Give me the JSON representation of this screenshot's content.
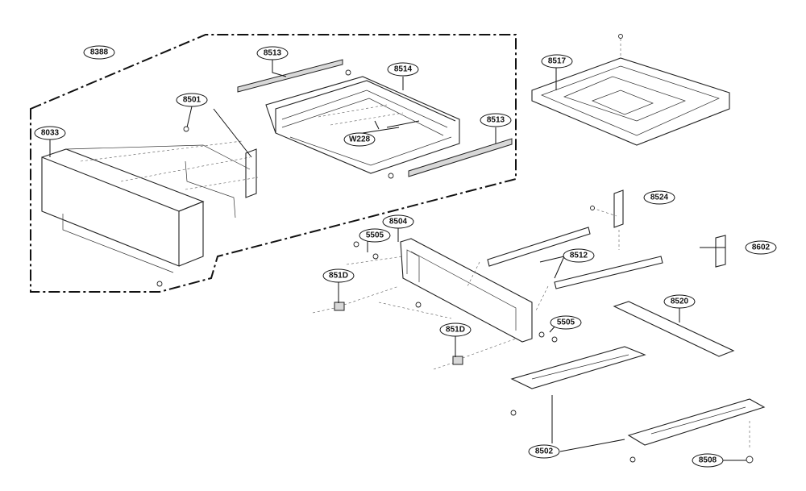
{
  "callouts": [
    {
      "id": "c-8388",
      "text": "8388"
    },
    {
      "id": "c-8513a",
      "text": "8513"
    },
    {
      "id": "c-8514",
      "text": "8514"
    },
    {
      "id": "c-8517",
      "text": "8517"
    },
    {
      "id": "c-8501",
      "text": "8501"
    },
    {
      "id": "c-8033",
      "text": "8033"
    },
    {
      "id": "c-8513b",
      "text": "8513"
    },
    {
      "id": "c-w228",
      "text": "W228"
    },
    {
      "id": "c-8524",
      "text": "8524"
    },
    {
      "id": "c-8504",
      "text": "8504"
    },
    {
      "id": "c-5505a",
      "text": "5505"
    },
    {
      "id": "c-8602",
      "text": "8602"
    },
    {
      "id": "c-8512",
      "text": "8512"
    },
    {
      "id": "c-851da",
      "text": "851D"
    },
    {
      "id": "c-8520",
      "text": "8520"
    },
    {
      "id": "c-5505b",
      "text": "5505"
    },
    {
      "id": "c-851db",
      "text": "851D"
    },
    {
      "id": "c-8502",
      "text": "8502"
    },
    {
      "id": "c-8508",
      "text": "8508"
    }
  ]
}
